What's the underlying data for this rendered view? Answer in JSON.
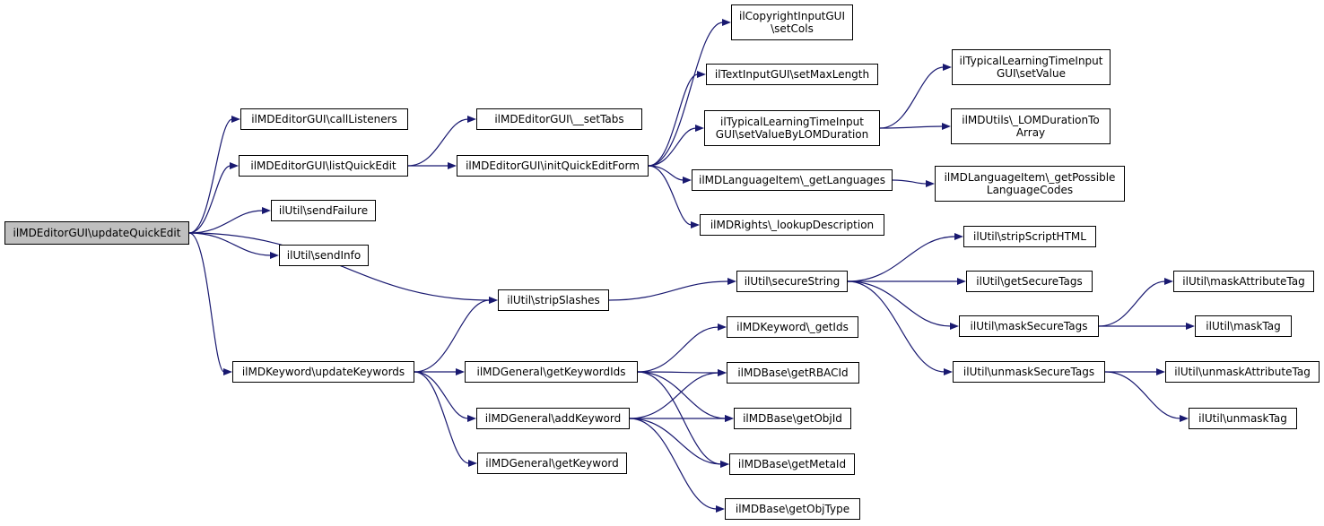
{
  "diagram": {
    "edge_color": "#191970",
    "root_fill": "#bfbfbf",
    "nodes": {
      "updateQuickEdit": "ilMDEditorGUI\\updateQuickEdit",
      "callListeners": "ilMDEditorGUI\\callListeners",
      "listQuickEdit": "ilMDEditorGUI\\listQuickEdit",
      "sendFailure": "ilUtil\\sendFailure",
      "sendInfo": "ilUtil\\sendInfo",
      "stripSlashes": "ilUtil\\stripSlashes",
      "updateKeywords": "ilMDKeyword\\updateKeywords",
      "setTabs": "ilMDEditorGUI\\__setTabs",
      "initQuickEditForm": "ilMDEditorGUI\\initQuickEditForm",
      "setCols": "ilCopyrightInputGUI\n\\setCols",
      "setMaxLength": "ilTextInputGUI\\setMaxLength",
      "setValueByLOMDuration": "ilTypicalLearningTimeInput\nGUI\\setValueByLOMDuration",
      "getLanguages": "ilMDLanguageItem\\_getLanguages",
      "lookupDescription": "ilMDRights\\_lookupDescription",
      "tltSetValue": "ilTypicalLearningTimeInput\nGUI\\setValue",
      "lomDurationToArray": "ilMDUtils\\_LOMDurationTo\nArray",
      "getPossibleLanguageCodes": "ilMDLanguageItem\\_getPossible\nLanguageCodes",
      "secureString": "ilUtil\\secureString",
      "stripScriptHTML": "ilUtil\\stripScriptHTML",
      "getSecureTags": "ilUtil\\getSecureTags",
      "maskSecureTags": "ilUtil\\maskSecureTags",
      "unmaskSecureTags": "ilUtil\\unmaskSecureTags",
      "maskAttributeTag": "ilUtil\\maskAttributeTag",
      "maskTag": "ilUtil\\maskTag",
      "unmaskAttributeTag": "ilUtil\\unmaskAttributeTag",
      "unmaskTag": "ilUtil\\unmaskTag",
      "getKeywordIds": "ilMDGeneral\\getKeywordIds",
      "addKeyword": "ilMDGeneral\\addKeyword",
      "getKeyword": "ilMDGeneral\\getKeyword",
      "kwGetIds": "ilMDKeyword\\_getIds",
      "getRBACId": "ilMDBase\\getRBACId",
      "getObjId": "ilMDBase\\getObjId",
      "getMetaId": "ilMDBase\\getMetaId",
      "getObjType": "ilMDBase\\getObjType"
    },
    "edges": [
      [
        "updateQuickEdit",
        "callListeners"
      ],
      [
        "updateQuickEdit",
        "listQuickEdit"
      ],
      [
        "updateQuickEdit",
        "sendFailure"
      ],
      [
        "updateQuickEdit",
        "sendInfo"
      ],
      [
        "updateQuickEdit",
        "stripSlashes"
      ],
      [
        "updateQuickEdit",
        "updateKeywords"
      ],
      [
        "listQuickEdit",
        "setTabs"
      ],
      [
        "listQuickEdit",
        "initQuickEditForm"
      ],
      [
        "initQuickEditForm",
        "setCols"
      ],
      [
        "initQuickEditForm",
        "setMaxLength"
      ],
      [
        "initQuickEditForm",
        "setValueByLOMDuration"
      ],
      [
        "initQuickEditForm",
        "getLanguages"
      ],
      [
        "initQuickEditForm",
        "lookupDescription"
      ],
      [
        "setValueByLOMDuration",
        "tltSetValue"
      ],
      [
        "setValueByLOMDuration",
        "lomDurationToArray"
      ],
      [
        "getLanguages",
        "getPossibleLanguageCodes"
      ],
      [
        "stripSlashes",
        "secureString"
      ],
      [
        "secureString",
        "stripScriptHTML"
      ],
      [
        "secureString",
        "getSecureTags"
      ],
      [
        "secureString",
        "maskSecureTags"
      ],
      [
        "secureString",
        "unmaskSecureTags"
      ],
      [
        "maskSecureTags",
        "maskAttributeTag"
      ],
      [
        "maskSecureTags",
        "maskTag"
      ],
      [
        "unmaskSecureTags",
        "unmaskAttributeTag"
      ],
      [
        "unmaskSecureTags",
        "unmaskTag"
      ],
      [
        "updateKeywords",
        "stripSlashes"
      ],
      [
        "updateKeywords",
        "getKeywordIds"
      ],
      [
        "updateKeywords",
        "addKeyword"
      ],
      [
        "updateKeywords",
        "getKeyword"
      ],
      [
        "getKeywordIds",
        "kwGetIds"
      ],
      [
        "getKeywordIds",
        "getRBACId"
      ],
      [
        "getKeywordIds",
        "getObjId"
      ],
      [
        "getKeywordIds",
        "getMetaId"
      ],
      [
        "addKeyword",
        "getRBACId"
      ],
      [
        "addKeyword",
        "getObjId"
      ],
      [
        "addKeyword",
        "getMetaId"
      ],
      [
        "addKeyword",
        "getObjType"
      ]
    ]
  }
}
